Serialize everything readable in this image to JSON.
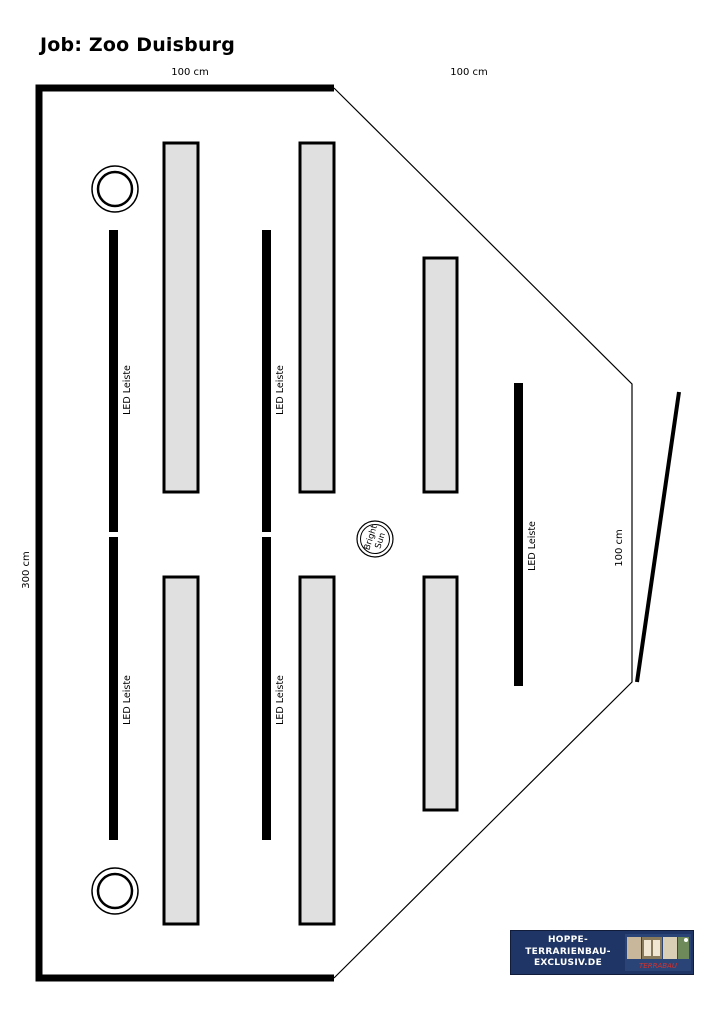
{
  "title": "Job: Zoo Duisburg",
  "dimensions": {
    "top_left": "100 cm",
    "top_right": "100 cm",
    "left": "300 cm",
    "right": "100 cm"
  },
  "led_strips": [
    {
      "label": "LED Leiste"
    },
    {
      "label": "LED Leiste"
    },
    {
      "label": "LED Leiste"
    },
    {
      "label": "LED Leiste"
    },
    {
      "label": "LED Leiste"
    }
  ],
  "bright_sun": {
    "line1": "Bright",
    "line2": "Sun"
  },
  "logo": {
    "line1": "HOPPE-",
    "line2": "TERRARIENBAU-",
    "line3": "EXCLUSIV.DE",
    "badge": "TERRABAU"
  },
  "colors": {
    "panel_fill": "#e0e0e0",
    "outline": "#000000",
    "logo_bg": "#1f3566"
  }
}
